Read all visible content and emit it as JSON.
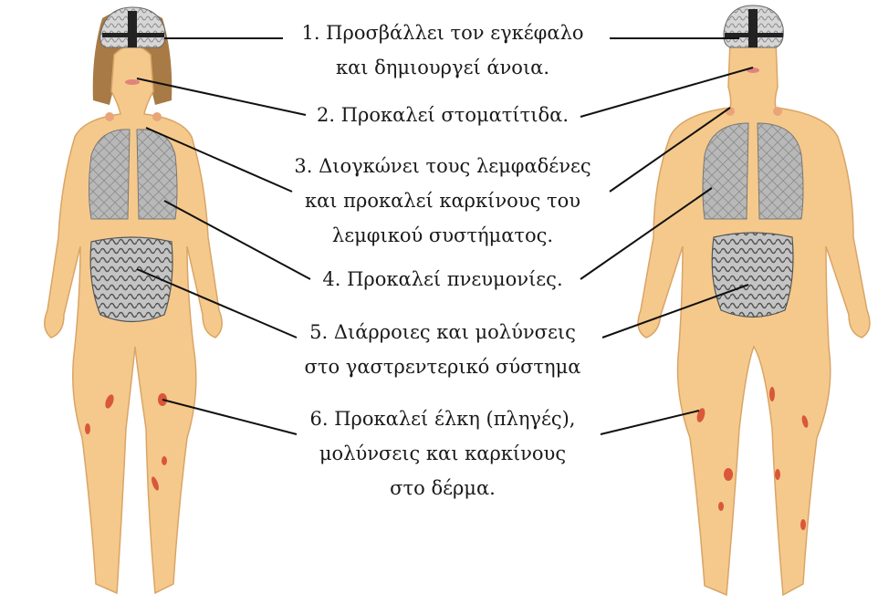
{
  "labels": [
    {
      "number": "1.",
      "lines": [
        "1. Προσβάλλει τον εγκέφαλο",
        "και δημιουργεί άνοια."
      ]
    },
    {
      "number": "2.",
      "lines": [
        "2. Προκαλεί στοματίτιδα."
      ]
    },
    {
      "number": "3.",
      "lines": [
        "3. Διογκώνει τους λεμφαδένες",
        "και προκαλεί καρκίνους του",
        "λεμφικού συστήματος."
      ]
    },
    {
      "number": "4.",
      "lines": [
        "4. Προκαλεί πνευμονίες."
      ]
    },
    {
      "number": "5.",
      "lines": [
        "5. Διάρροιες και μολύνσεις",
        "στο γαστρεντερικό σύστημα"
      ]
    },
    {
      "number": "6.",
      "lines": [
        "6. Προκαλεί έλκη (πληγές),",
        "μολύνσεις και καρκίνους",
        "στο δέρμα."
      ]
    }
  ],
  "figures": {
    "left": "female-body",
    "right": "male-body"
  },
  "colors": {
    "skin": "#f5c98c",
    "skin_outline": "#d9a566",
    "hair": "#a87a45",
    "brain": "#c9c9c9",
    "lungs": "#a9a9a9",
    "intestines": "#9a9a9a",
    "lesion": "#d9573a",
    "leader_line": "#111111"
  }
}
